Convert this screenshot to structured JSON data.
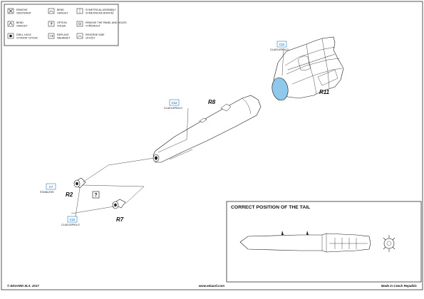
{
  "legend": {
    "items": [
      {
        "label": "REMOVE\nODSTRANIT"
      },
      {
        "label": "BEND\nOHNOUT"
      },
      {
        "label": "SYMETRICAL ASSEMBLY\nSYMETRICKÁ MONTÁŽ"
      },
      {
        "label": "BEND\nOHNOUT"
      },
      {
        "label": "OPTION\nVOLBA"
      },
      {
        "label": "REMOVE THE PANEL AND HOLES\nVYŘÍZNOUT"
      },
      {
        "label": "DRILL HOLE\nVYVRTAT OTVOR"
      },
      {
        "label": "REPLACE\nNAHRADIT"
      },
      {
        "label": "REVERSE SIDE\nOTOČIT"
      }
    ]
  },
  "callouts": {
    "top_right_ref": "C12",
    "top_right_note": "CLUE/LEPIDLO",
    "center_ref": "C12",
    "center_note": "CLUE/LEPIDLO",
    "left_ref": "C7",
    "left_note": "STAINLESS",
    "bottom_ref": "C12",
    "bottom_note": "CLUE/LEPIDLO",
    "option_symbol": "?"
  },
  "parts": {
    "r11": "R11",
    "r8": "R8",
    "r2": "R2",
    "r7": "R7"
  },
  "tail_panel": {
    "title": "CORRECT POSITION OF THE TAIL"
  },
  "footer": {
    "copyright": "© EDUARD M.A. 2017",
    "website": "www.eduard.com",
    "origin": "Made in Czech Republic"
  },
  "colors": {
    "accent_blue": "#2a7fc1",
    "part_fill": "#8ec9ec",
    "ink": "#1a1a1a"
  }
}
